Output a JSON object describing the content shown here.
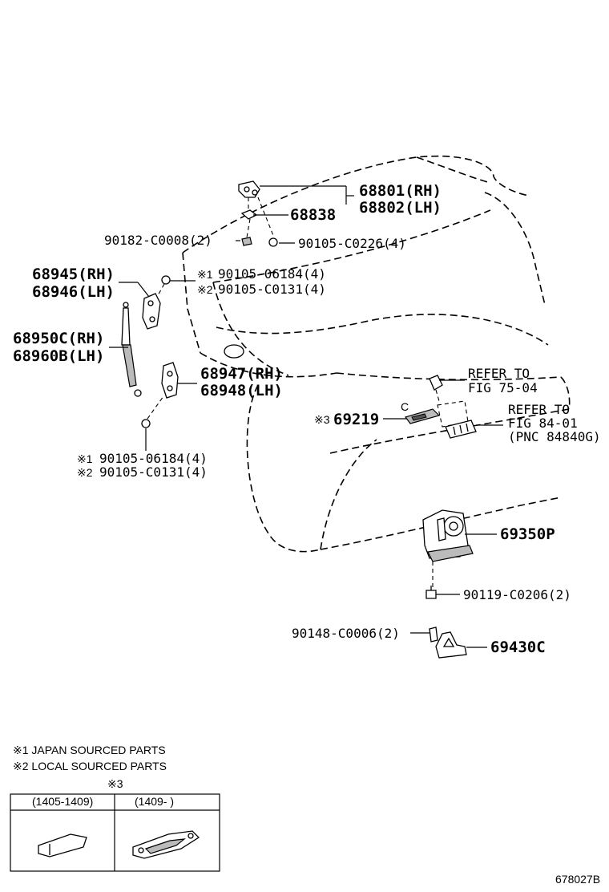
{
  "labels": {
    "p68801": "68801(RH)",
    "p68802": "68802(LH)",
    "p68838": "68838",
    "p90182": "90182-C0008(2)",
    "p90105c0226": "90105-C0226(4)",
    "p68945": "68945(RH)",
    "p68946": "68946(LH)",
    "m1_top": "※1",
    "m2_top": "※2",
    "p90105_06184_top": "90105-06184(4)",
    "p90105_c0131_top": "90105-C0131(4)",
    "p68950": "68950C(RH)",
    "p68960": "68960B(LH)",
    "p68947": "68947(RH)",
    "p68948": "68948(LH)",
    "refer1_a": "REFER TO",
    "refer1_b": "FIG 75-04",
    "callout_c": "C",
    "m3_69219": "※3",
    "p69219": "69219",
    "refer2_a": "REFER TO",
    "refer2_b": "FIG 84-01",
    "refer2_c": "(PNC 84840G)",
    "m1_bot": "※1",
    "m2_bot": "※2",
    "p90105_06184_bot": "90105-06184(4)",
    "p90105_c0131_bot": "90105-C0131(4)",
    "p69350": "69350P",
    "p90119": "90119-C0206(2)",
    "p90148": "90148-C0006(2)",
    "p69430": "69430C"
  },
  "notes": {
    "note1": "※1 JAPAN SOURCED PARTS",
    "note2": "※2 LOCAL SOURCED PARTS",
    "note3_title": "※3"
  },
  "table": {
    "col1": "(1405-1409)",
    "col2": "(1409-     )"
  },
  "figure_id": "678027B",
  "icons": [
    "hinge-icon",
    "gas-strut-icon",
    "bracket-icon",
    "bolt-icon",
    "nut-icon",
    "lock-actuator-icon",
    "striker-icon",
    "handle-icon"
  ]
}
